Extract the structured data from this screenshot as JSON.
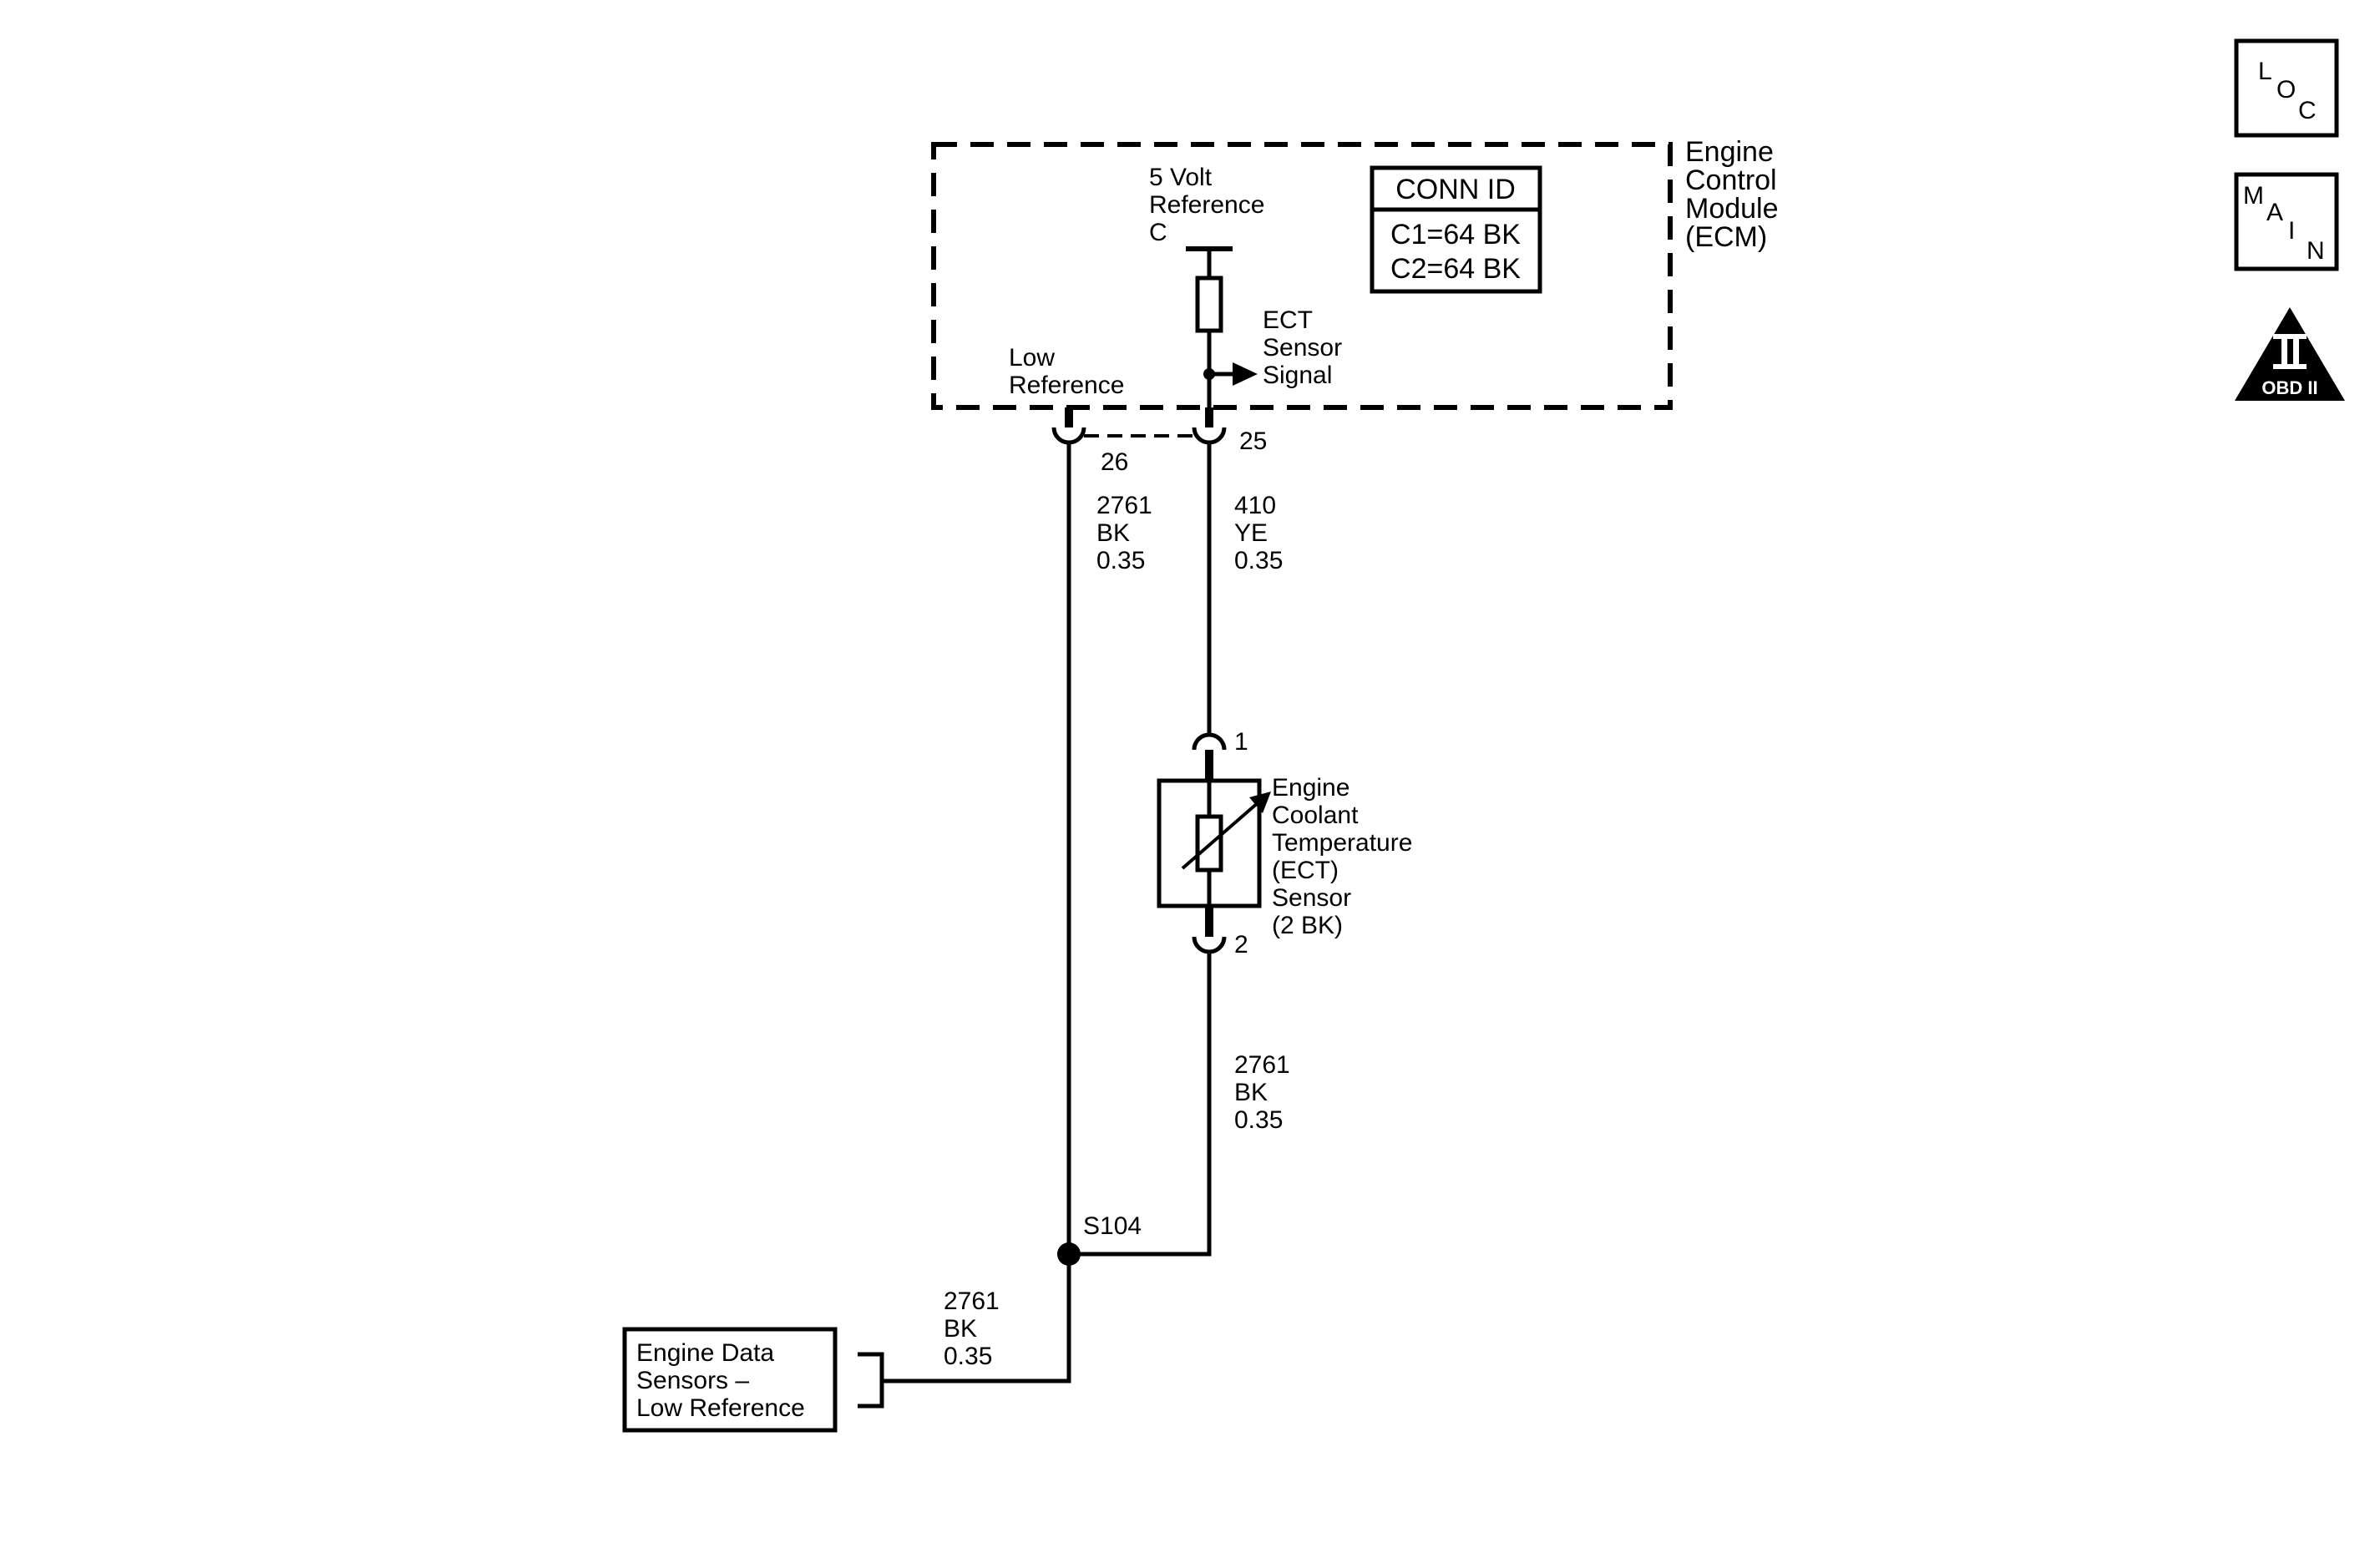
{
  "ecm": {
    "name_lines": [
      "Engine",
      "Control",
      "Module",
      "(ECM)"
    ],
    "five_volt_lines": [
      "5 Volt",
      "Reference",
      "C"
    ],
    "ect_signal_lines": [
      "ECT",
      "Sensor",
      "Signal"
    ],
    "low_ref_lines": [
      "Low",
      "Reference"
    ],
    "conn_id": {
      "title": "CONN ID",
      "rows": [
        "C1=64 BK",
        "C2=64 BK"
      ]
    }
  },
  "pins": {
    "ecm_low_ref": "26",
    "ecm_signal": "25",
    "sensor_pin1": "1",
    "sensor_pin2": "2"
  },
  "wires": {
    "low_ref_upper": [
      "2761",
      "BK",
      "0.35"
    ],
    "signal": [
      "410",
      "YE",
      "0.35"
    ],
    "sensor_ground": [
      "2761",
      "BK",
      "0.35"
    ],
    "bottom": [
      "2761",
      "BK",
      "0.35"
    ]
  },
  "splice": "S104",
  "sensor": {
    "name_lines": [
      "Engine",
      "Coolant",
      "Temperature",
      "(ECT)",
      "Sensor",
      "(2 BK)"
    ]
  },
  "ref_box": {
    "lines": [
      "Engine Data",
      "Sensors –",
      "Low Reference"
    ]
  },
  "icons": {
    "loc": {
      "name": "loc-icon",
      "letters": [
        "L",
        "O",
        "C"
      ]
    },
    "main": {
      "name": "main-icon",
      "letters": [
        "M",
        "A",
        "I",
        "N"
      ]
    },
    "obd": {
      "name": "obd-ii-icon",
      "numeral": "II",
      "label": "OBD II"
    }
  }
}
